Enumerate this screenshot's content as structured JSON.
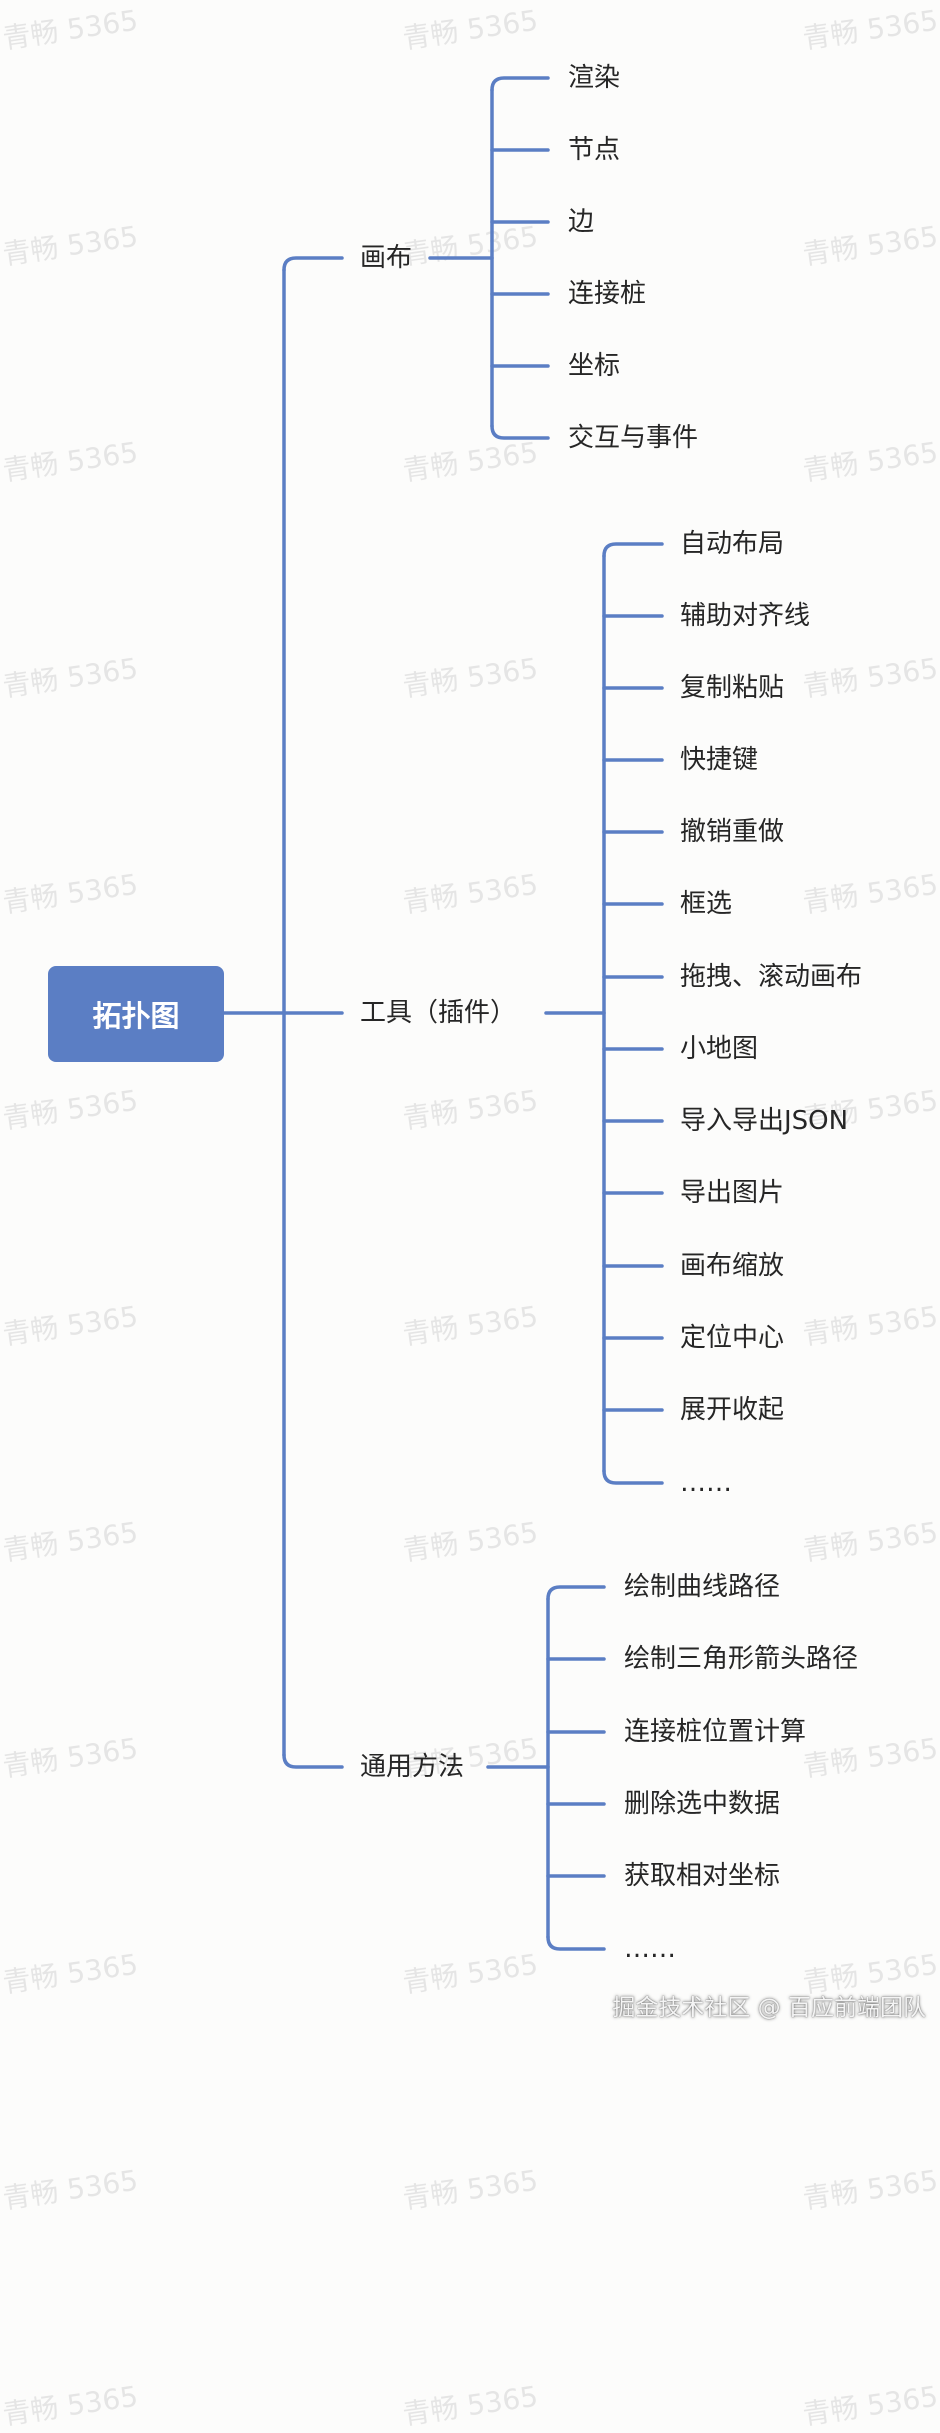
{
  "diagram": {
    "root": "拓扑图",
    "branches": [
      {
        "label": "画布",
        "children": [
          "渲染",
          "节点",
          "边",
          "连接桩",
          "坐标",
          "交互与事件"
        ]
      },
      {
        "label": "工具（插件）",
        "children": [
          "自动布局",
          "辅助对齐线",
          "复制粘贴",
          "快捷键",
          "撤销重做",
          "框选",
          "拖拽、滚动画布",
          "小地图",
          "导入导出JSON",
          "导出图片",
          "画布缩放",
          "定位中心",
          "展开收起",
          "……"
        ]
      },
      {
        "label": "通用方法",
        "children": [
          "绘制曲线路径",
          "绘制三角形箭头路径",
          "连接桩位置计算",
          "删除选中数据",
          "获取相对坐标",
          "……"
        ]
      }
    ]
  },
  "watermark": "青畅 5365",
  "footer": "掘金技术社区 @ 百应前端团队",
  "colors": {
    "line": "#5b7ec4",
    "root_fill": "#5b7ec4",
    "background": "#fcfcfb"
  }
}
